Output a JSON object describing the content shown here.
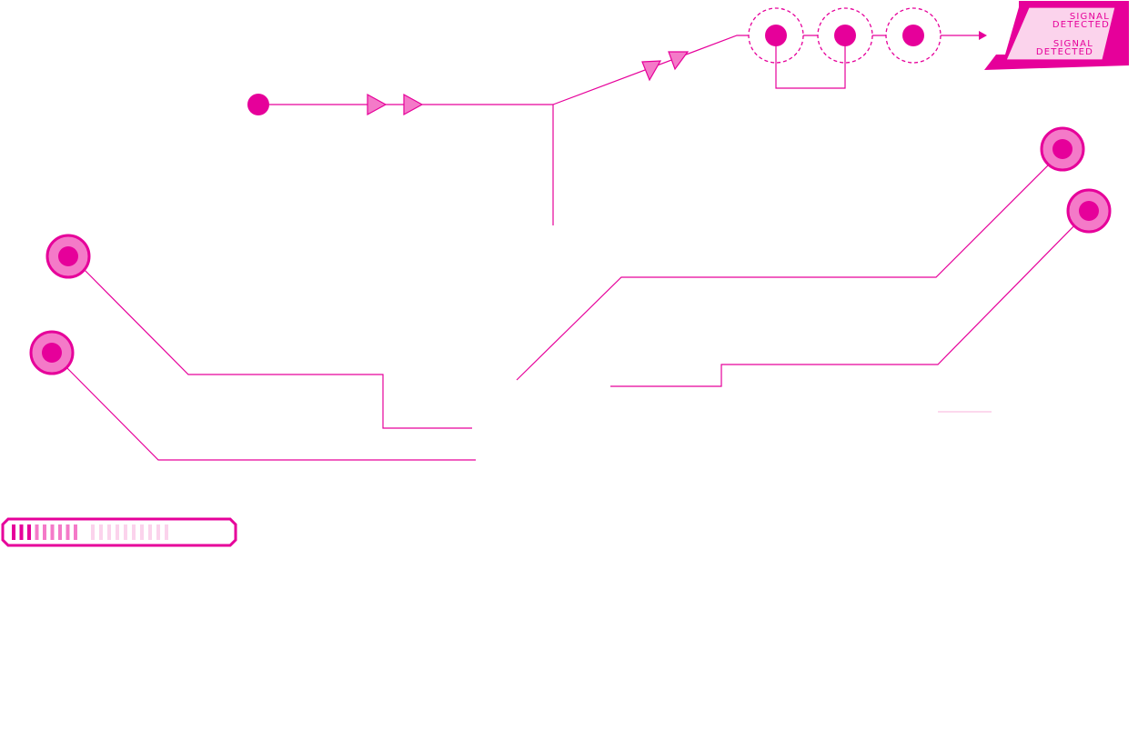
{
  "colors": {
    "accent": "#e6009a",
    "accent_light": "#f47ac8",
    "accent_pale": "#fbd3ec",
    "accent_faint": "#f9c0e2"
  },
  "signal_panel": {
    "line1": "SIGNAL",
    "line2": "DETECTED",
    "line3": "SIGNAL",
    "line4": "DETECTED"
  },
  "progress_meter": {
    "total_segments": 19,
    "filled_segments": 3
  }
}
